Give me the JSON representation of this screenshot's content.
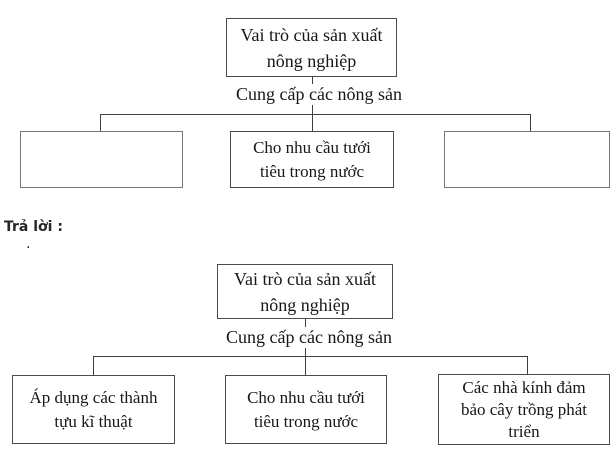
{
  "colors": {
    "background": "#ffffff",
    "line": "#3f3f3f",
    "border": "#4b4b4b",
    "border_empty": "#757575",
    "text": "#171717",
    "answer_label": "#262626"
  },
  "answer_section": {
    "label": "Trả lời :",
    "stray_mark": "."
  },
  "exercise_diagram": {
    "root": {
      "lines": [
        "Vai trò của sản xuất",
        "nông nghiệp"
      ]
    },
    "branch_label": "Cung cấp các nông sản",
    "children": [
      {
        "lines": []
      },
      {
        "lines": [
          "Cho nhu cầu tưới",
          "tiêu trong nước"
        ]
      },
      {
        "lines": []
      }
    ]
  },
  "answer_diagram": {
    "root": {
      "lines": [
        "Vai trò của sản xuất",
        "nông nghiệp"
      ]
    },
    "branch_label": "Cung cấp các nông sản",
    "children": [
      {
        "lines": [
          "Áp dụng các thành",
          "tựu kĩ thuật"
        ]
      },
      {
        "lines": [
          "Cho nhu cầu tưới",
          "tiêu trong nước"
        ]
      },
      {
        "lines": [
          "Các nhà kính đảm",
          "bảo cây trồng phát",
          "triển"
        ]
      }
    ]
  }
}
